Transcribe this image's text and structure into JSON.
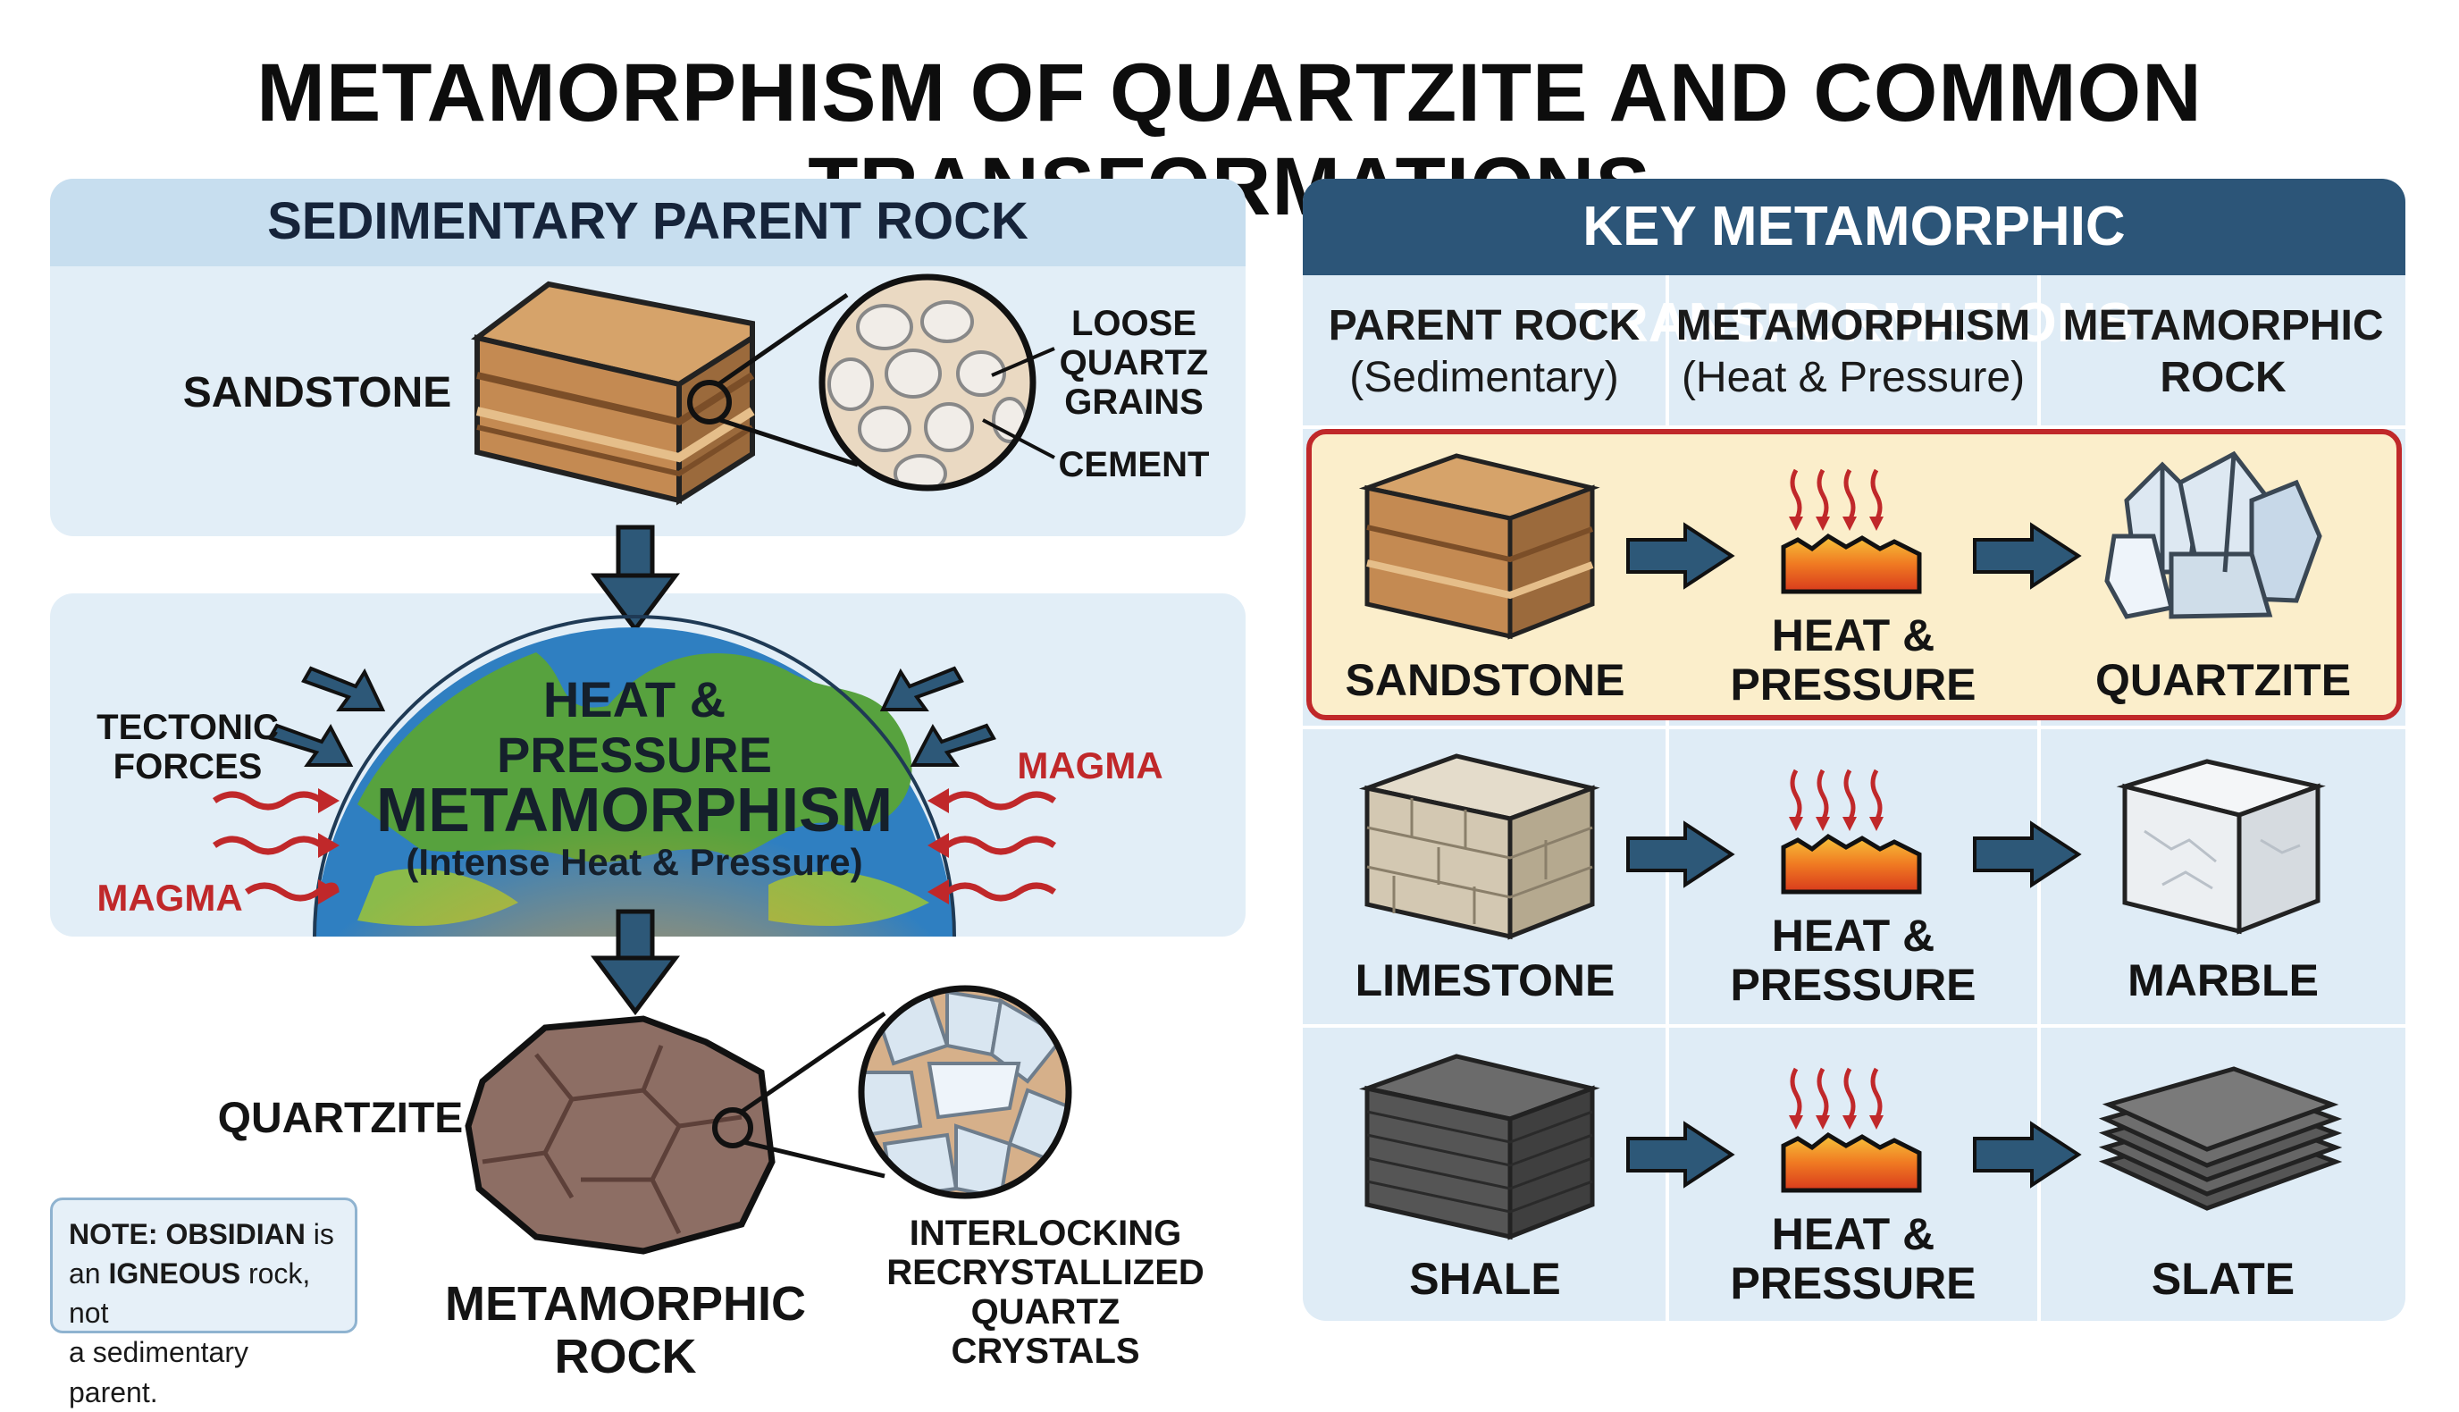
{
  "title": "METAMORPHISM OF QUARTZITE AND COMMON TRANSFORMATIONS",
  "left": {
    "header": "SEDIMENTARY PARENT ROCK",
    "sandstone": "SANDSTONE",
    "loose_grains": [
      "LOOSE",
      "QUARTZ",
      "GRAINS"
    ],
    "cement": "CEMENT",
    "tectonic": [
      "TECTONIC",
      "FORCES"
    ],
    "magma_left": "MAGMA",
    "magma_right": "MAGMA",
    "heat_pressure": "HEAT & PRESSURE",
    "metamorphism": "METAMORPHISM",
    "intense": "(Intense Heat & Pressure)",
    "quartzite": "QUARTZITE",
    "metamorphic_rock": "METAMORPHIC ROCK",
    "crystals": [
      "INTERLOCKING",
      "RECRYSTALLIZED",
      "QUARTZ CRYSTALS"
    ],
    "note": {
      "prefix": "NOTE: OBSIDIAN",
      "line1_rest": " is",
      "line2_pre": "an ",
      "igneous": "IGNEOUS",
      "line2_post": " rock, not",
      "line3": "a sedimentary parent."
    }
  },
  "right": {
    "header": "KEY METAMORPHIC TRANSFORMATIONS",
    "columns": [
      {
        "title": "PARENT ROCK",
        "sub": "(Sedimentary)"
      },
      {
        "title": "METAMORPHISM",
        "sub": "(Heat & Pressure)"
      },
      {
        "title": "METAMORPHIC",
        "sub": "ROCK"
      }
    ],
    "rows": [
      {
        "parent": "SANDSTONE",
        "process": [
          "HEAT &",
          "PRESSURE"
        ],
        "result": "QUARTZITE"
      },
      {
        "parent": "LIMESTONE",
        "process": [
          "HEAT &",
          "PRESSURE"
        ],
        "result": "MARBLE"
      },
      {
        "parent": "SHALE",
        "process": [
          "HEAT &",
          "PRESSURE"
        ],
        "result": "SLATE"
      }
    ]
  },
  "colors": {
    "arrow": "#2d5878",
    "highlight": "#c0282a",
    "magma_arrow": "#c0282a"
  }
}
